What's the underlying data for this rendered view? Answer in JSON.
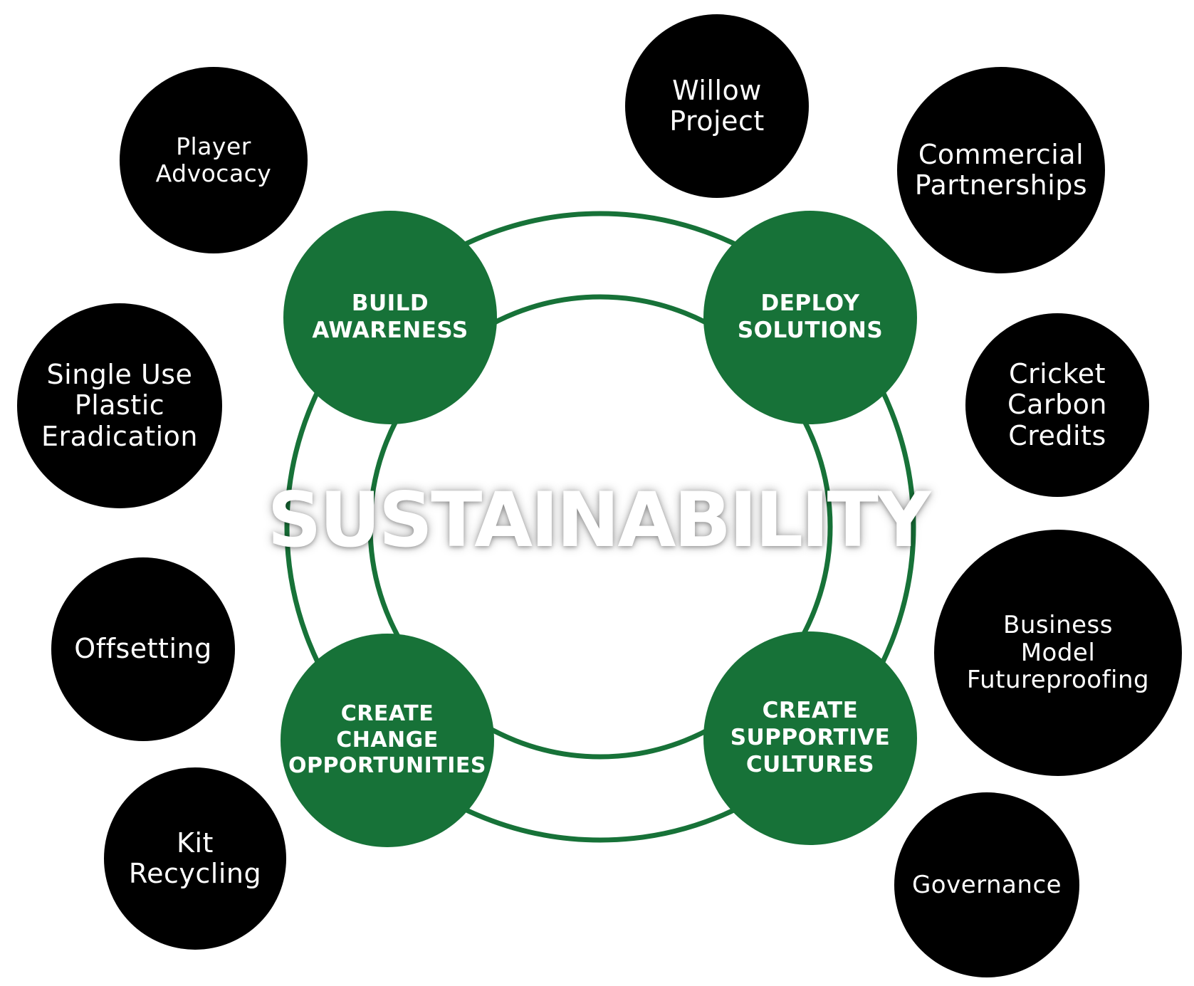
{
  "colors": {
    "core_green": "#177238",
    "ring_green": "#177238",
    "outer_black": "#000000",
    "text_white": "#ffffff"
  },
  "title": "SUSTAINABILITY",
  "core_stages": [
    {
      "id": "build-awareness",
      "label": "BUILD\nAWARENESS"
    },
    {
      "id": "deploy-solutions",
      "label": "DEPLOY\nSOLUTIONS"
    },
    {
      "id": "create-change-opportunities",
      "label": "CREATE\nCHANGE\nOPPORTUNITIES"
    },
    {
      "id": "create-supportive-cultures",
      "label": "CREATE\nSUPPORTIVE\nCULTURES"
    }
  ],
  "initiatives": [
    {
      "id": "player-advocacy",
      "label": "Player\nAdvocacy"
    },
    {
      "id": "single-use-plastic-eradication",
      "label": "Single Use\nPlastic\nEradication"
    },
    {
      "id": "offsetting",
      "label": "Offsetting"
    },
    {
      "id": "kit-recycling",
      "label": "Kit\nRecycling"
    },
    {
      "id": "willow-project",
      "label": "Willow\nProject"
    },
    {
      "id": "commercial-partnerships",
      "label": "Commercial\nPartnerships"
    },
    {
      "id": "cricket-carbon-credits",
      "label": "Cricket\nCarbon\nCredits"
    },
    {
      "id": "business-model-futureproofing",
      "label": "Business\nModel\nFutureproofing"
    },
    {
      "id": "governance",
      "label": "Governance"
    }
  ]
}
